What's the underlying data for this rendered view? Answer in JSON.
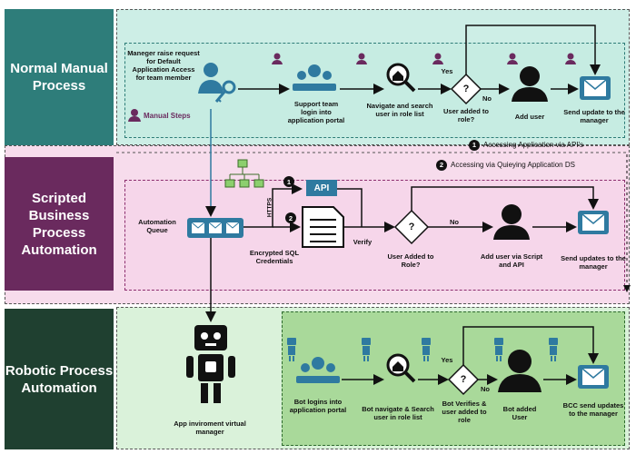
{
  "lanes": {
    "manual": {
      "label": "Normal Manual Process"
    },
    "scripted": {
      "label": "Scripted Business Process Automation"
    },
    "rpa": {
      "label": "Robotic Process Automation"
    }
  },
  "manual": {
    "manager_text": "Maneger raise request for Default Application Access for team member",
    "legend_label": "Manual Steps",
    "support_login": "Support team login into application portal",
    "navigate_search": "Navigate and search user in role list",
    "yes": "Yes",
    "no": "No",
    "decision": "User added to role?",
    "add_user": "Add user",
    "send_update": "Send update to the manager"
  },
  "scripted": {
    "note1": "Accessing Application via API's",
    "note2": "Accessing via Quieying Application DS",
    "automation_queue": "Automation Queue",
    "https": "HTTPS",
    "api": "API",
    "credentials": "Encrypted SQL Credentials",
    "verify": "Verify",
    "no": "No",
    "decision": "User Added to Role?",
    "add_user": "Add user via Script and API",
    "send_updates": "Send updates to the manager"
  },
  "rpa": {
    "bot_env": "App inviroment virtual manager",
    "bot_login": "Bot logins into application portal",
    "bot_navigate": "Bot navigate & Search user in role list",
    "yes": "Yes",
    "no": "No",
    "bot_verify": "Bot Verifies & user added to role",
    "bot_added": "Bot added User",
    "bcc_send": "BCC send updates to the manager"
  },
  "badges": {
    "one": "1",
    "two": "2",
    "q": "?"
  },
  "colors": {
    "manual_label": "#2e7d7a",
    "manual_bg": "#c8ece4",
    "scripted_label": "#6a2a5e",
    "scripted_bg": "#f6d6ea",
    "rpa_label": "#1f4030",
    "rpa_bg": "#d6f0d6",
    "rpa_inner_bg": "#a9d99a",
    "accent": "#2f7aa0"
  }
}
